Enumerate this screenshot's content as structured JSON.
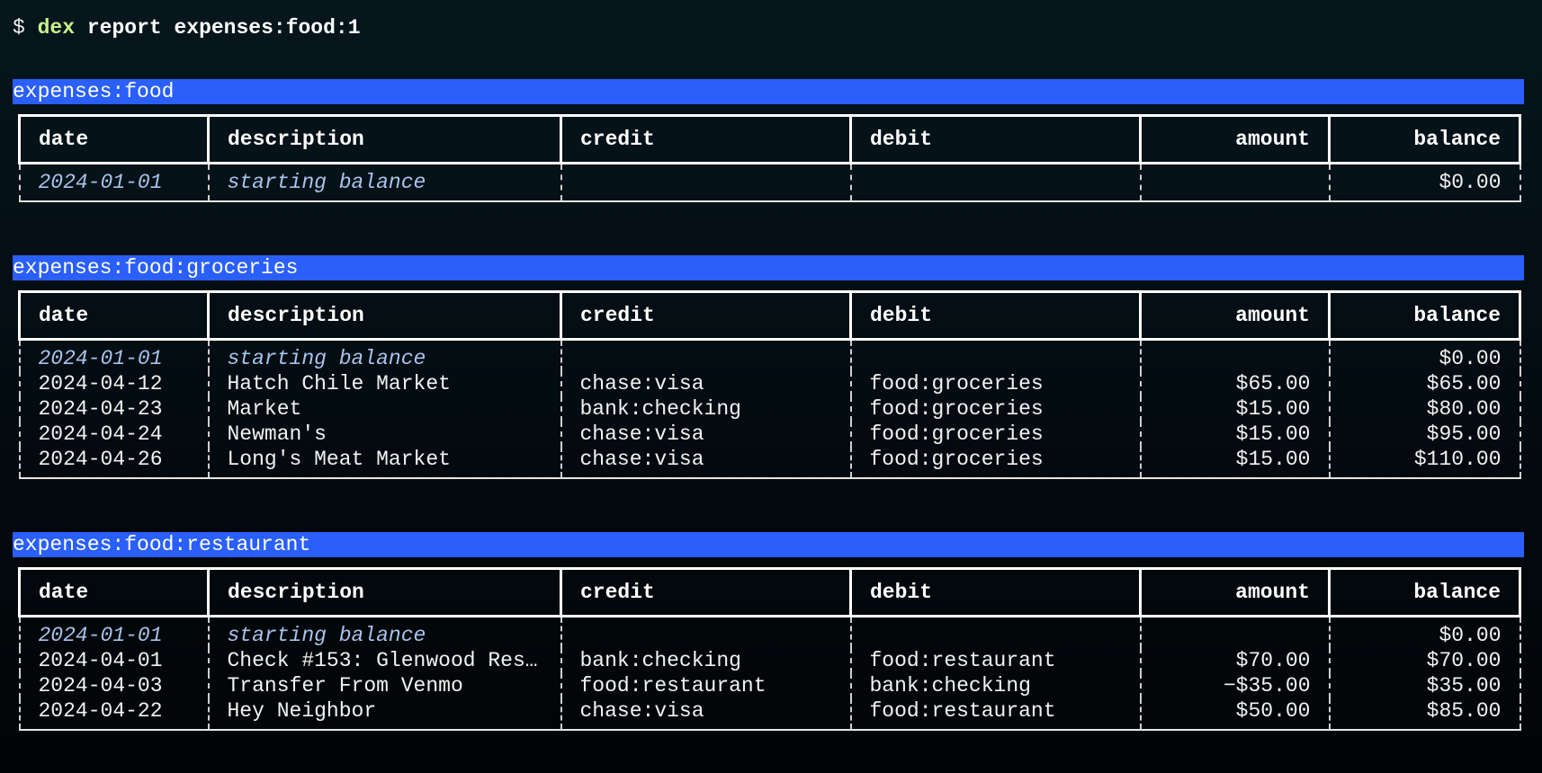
{
  "prompt": {
    "sigil": "$",
    "command": "dex",
    "args": "report expenses:food:1"
  },
  "columns": {
    "date": "date",
    "description": "description",
    "credit": "credit",
    "debit": "debit",
    "amount": "amount",
    "balance": "balance"
  },
  "sections": [
    {
      "account": "expenses:food",
      "rows": [
        {
          "date": "2024-01-01",
          "description": "starting balance",
          "credit": "",
          "debit": "",
          "amount": "",
          "balance": "$0.00",
          "is_starting": true
        }
      ]
    },
    {
      "account": "expenses:food:groceries",
      "rows": [
        {
          "date": "2024-01-01",
          "description": "starting balance",
          "credit": "",
          "debit": "",
          "amount": "",
          "balance": "$0.00",
          "is_starting": true
        },
        {
          "date": "2024-04-12",
          "description": "Hatch Chile Market",
          "credit": "chase:visa",
          "debit": "food:groceries",
          "amount": "$65.00",
          "balance": "$65.00"
        },
        {
          "date": "2024-04-23",
          "description": "Market",
          "credit": "bank:checking",
          "debit": "food:groceries",
          "amount": "$15.00",
          "balance": "$80.00"
        },
        {
          "date": "2024-04-24",
          "description": "Newman's",
          "credit": "chase:visa",
          "debit": "food:groceries",
          "amount": "$15.00",
          "balance": "$95.00"
        },
        {
          "date": "2024-04-26",
          "description": "Long's Meat Market",
          "credit": "chase:visa",
          "debit": "food:groceries",
          "amount": "$15.00",
          "balance": "$110.00"
        }
      ]
    },
    {
      "account": "expenses:food:restaurant",
      "rows": [
        {
          "date": "2024-01-01",
          "description": "starting balance",
          "credit": "",
          "debit": "",
          "amount": "",
          "balance": "$0.00",
          "is_starting": true
        },
        {
          "date": "2024-04-01",
          "description": "Check #153: Glenwood Res…",
          "credit": "bank:checking",
          "debit": "food:restaurant",
          "amount": "$70.00",
          "balance": "$70.00"
        },
        {
          "date": "2024-04-03",
          "description": "Transfer From Venmo",
          "credit": "food:restaurant",
          "debit": "bank:checking",
          "amount": "−$35.00",
          "balance": "$35.00"
        },
        {
          "date": "2024-04-22",
          "description": "Hey Neighbor",
          "credit": "chase:visa",
          "debit": "food:restaurant",
          "amount": "$50.00",
          "balance": "$85.00"
        }
      ]
    }
  ]
}
